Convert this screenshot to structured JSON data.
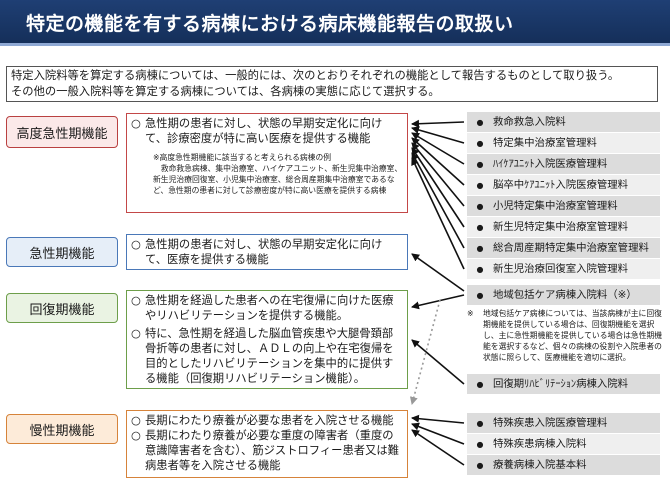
{
  "title": "特定の機能を有する病棟における病床機能報告の取扱い",
  "intro": {
    "line1": "特定入院料等を算定する病棟については、一般的には、次のとおりそれぞれの機能として報告するものとして取り扱う。",
    "line2": "その他の一般入院料等を算定する病棟については、各病棟の実態に応じて選択する。"
  },
  "categories": {
    "acute_high": "高度急性期機能",
    "acute": "急性期機能",
    "recovery": "回復期機能",
    "chronic": "慢性期機能"
  },
  "descriptions": {
    "acute_high": {
      "bullet": "○",
      "item1": "急性期の患者に対し、状態の早期安定化に向けて、診療密度が特に高い医療を提供する機能",
      "note": "※高度急性期機能に該当すると考えられる病棟の例\n　救命救急病棟、集中治療室、ハイケアユニット、新生児集中治療室、新生児治療回復室、小児集中治療室、総合周産期集中治療室であるなど、急性期の患者に対して診療密度が特に高い医療を提供する病棟"
    },
    "acute": {
      "bullet": "○",
      "item1": "急性期の患者に対し、状態の早期安定化に向けて、医療を提供する機能"
    },
    "recovery": {
      "bullet": "○",
      "item1": "急性期を経過した患者への在宅復帰に向けた医療やリハビリテーションを提供する機能。",
      "item2": "特に、急性期を経過した脳血管疾患や大腿骨頚部骨折等の患者に対し、ＡＤＬの向上や在宅復帰を目的としたリハビリテーションを集中的に提供する機能（回復期リハビリテーション機能）。"
    },
    "chronic": {
      "bullet": "○",
      "item1": "長期にわたり療養が必要な患者を入院させる機能",
      "item2": "長期にわたり療養が必要な重度の障害者（重度の意識障害者を含む）、筋ジストロフィー患者又は難病患者等を入院させる機能"
    }
  },
  "fee_items": {
    "bullet": "●",
    "acute_high": [
      "救命救急入院料",
      "特定集中治療室管理料",
      "ﾊｲｹｱﾕﾆｯﾄ入院医療管理料",
      "脳卒中ｹｱﾕﾆｯﾄ入院医療管理料",
      "小児特定集中治療室管理料",
      "新生児特定集中治療室管理料",
      "総合周産期特定集中治療室管理料",
      "新生児治療回復室入院管理料"
    ],
    "community": "地域包括ケア病棟入院料（※）",
    "community_note_mark": "※",
    "community_note": "地域包括ケア病棟については、当該病棟が主に回復期機能を提供している場合は、回復期機能を選択し、主に急性期機能を提供している場合は急性期機能を選択するなど、個々の病棟の役割や入院患者の状態に照らして、医療機能を適切に選択。",
    "recovery": "回復期ﾘﾊﾋﾞﾘﾃｰｼｮﾝ病棟入院料",
    "chronic": [
      "特殊疾患入院医療管理料",
      "特殊疾患病棟入院料",
      "療養病棟入院基本料"
    ]
  }
}
